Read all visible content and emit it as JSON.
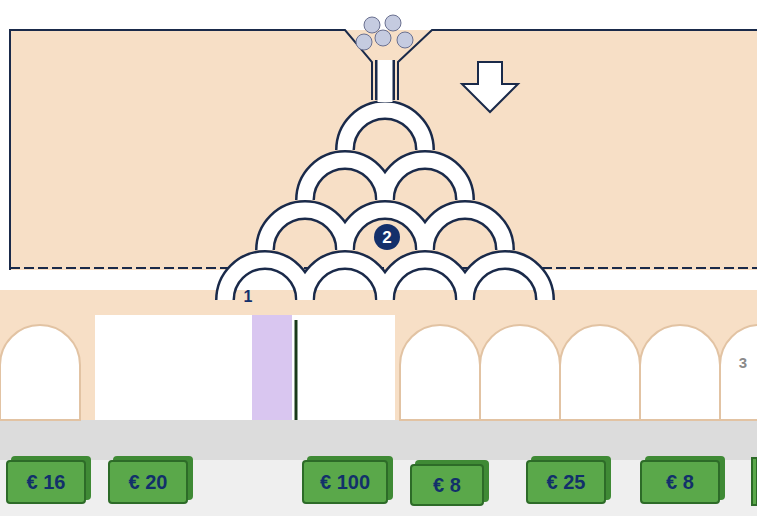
{
  "diagram": {
    "nodes": [
      {
        "text": [
          "€ 16"
        ]
      },
      {
        "text": [
          "€ 20"
        ]
      },
      {
        "text": [
          "€ 100"
        ]
      },
      {
        "text": [
          "€ 8"
        ]
      },
      {
        "text": [
          "€ 25"
        ]
      },
      {
        "text": [
          "€ 8"
        ]
      }
    ],
    "labels": [
      "2",
      "1",
      "3"
    ]
  }
}
